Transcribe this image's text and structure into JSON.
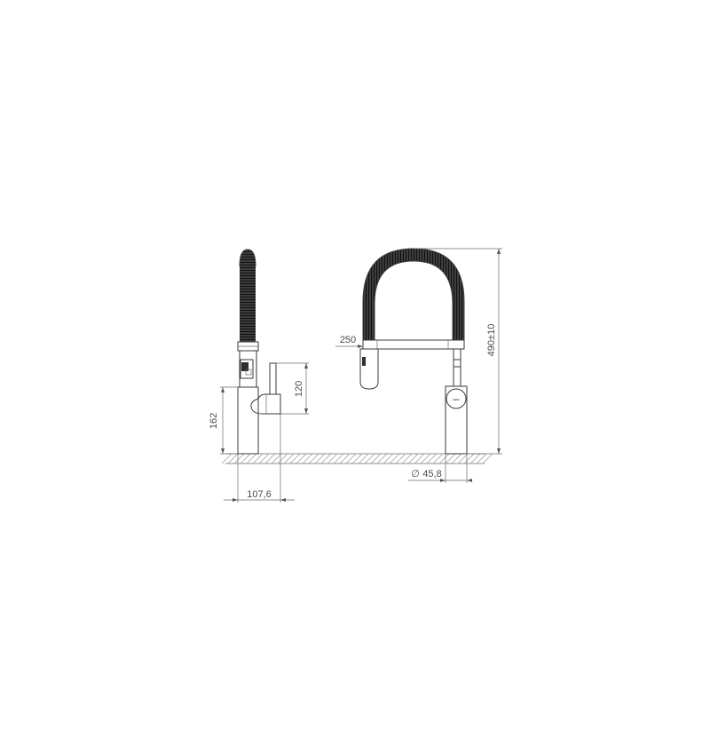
{
  "dimensions": {
    "spout_height": "162",
    "lever_height": "120",
    "base_depth": "107,6",
    "reach": "250",
    "total_height": "490±10",
    "diameter_symbol": "∅",
    "diameter": "45,8"
  },
  "brand": {
    "logo_text": "nivito"
  },
  "colors": {
    "line": "#3a3a3a",
    "hose": "#2b2b2b",
    "hatch": "#9a9a9a",
    "background": "#ffffff"
  }
}
